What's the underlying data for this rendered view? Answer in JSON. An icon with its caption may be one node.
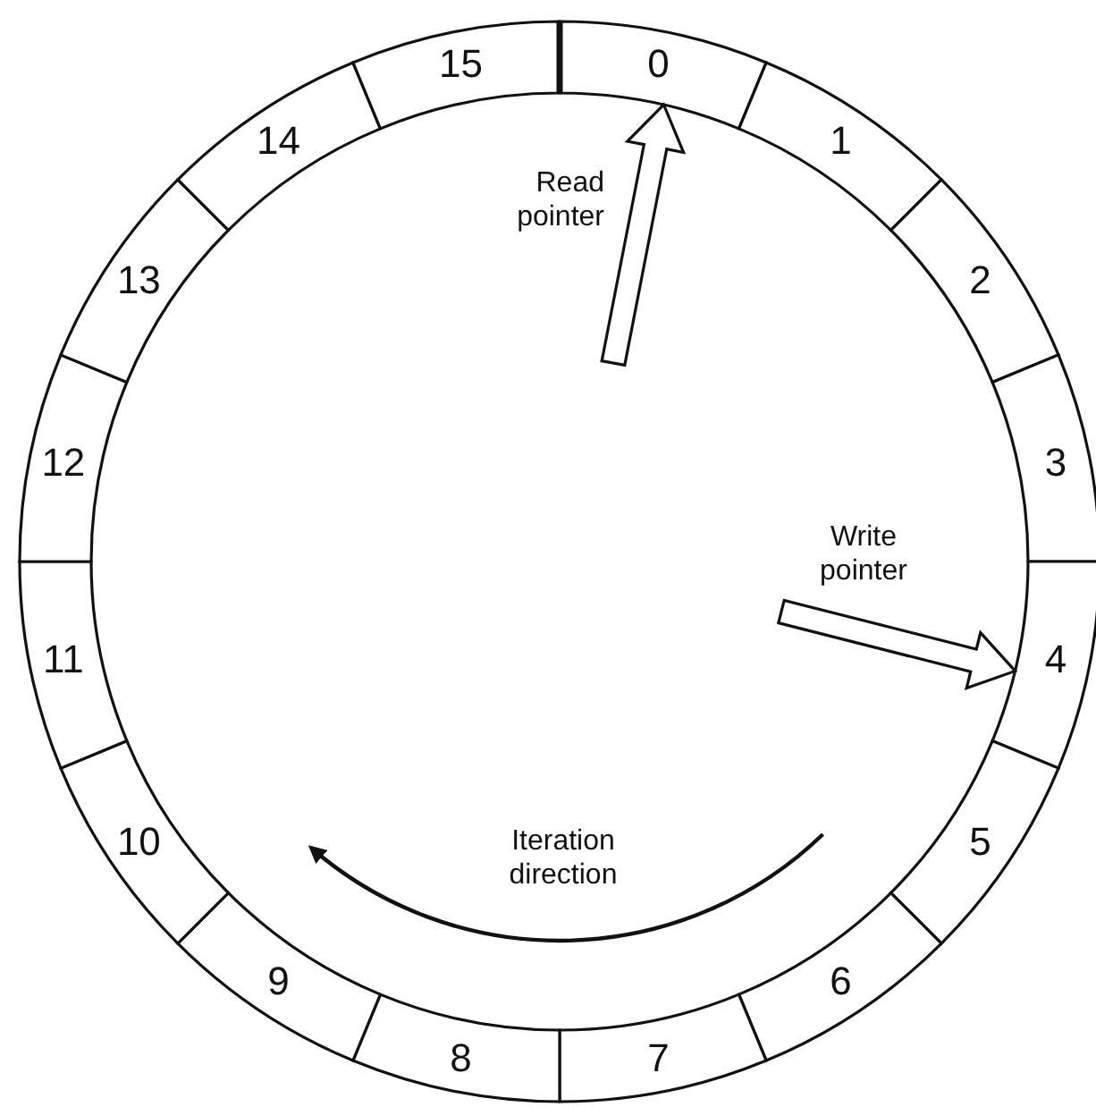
{
  "diagram": {
    "nodes": [
      {
        "text": [
          "0"
        ]
      },
      {
        "text": [
          "1"
        ]
      },
      {
        "text": [
          "2"
        ]
      },
      {
        "text": [
          "3"
        ]
      },
      {
        "text": [
          "4"
        ]
      },
      {
        "text": [
          "5"
        ]
      },
      {
        "text": [
          "6"
        ]
      },
      {
        "text": [
          "7"
        ]
      },
      {
        "text": [
          "8"
        ]
      },
      {
        "text": [
          "9"
        ]
      },
      {
        "text": [
          "10"
        ]
      },
      {
        "text": [
          "11"
        ]
      },
      {
        "text": [
          "12"
        ]
      },
      {
        "text": [
          "13"
        ]
      },
      {
        "text": [
          "14"
        ]
      },
      {
        "text": [
          "15"
        ]
      }
    ],
    "edges": [
      {
        "from": null,
        "to": 0,
        "arrow": "to",
        "label": "Read pointer"
      },
      {
        "from": null,
        "to": 4,
        "arrow": "to",
        "label": "Write pointer"
      }
    ],
    "labels": [
      "Iteration direction"
    ]
  }
}
